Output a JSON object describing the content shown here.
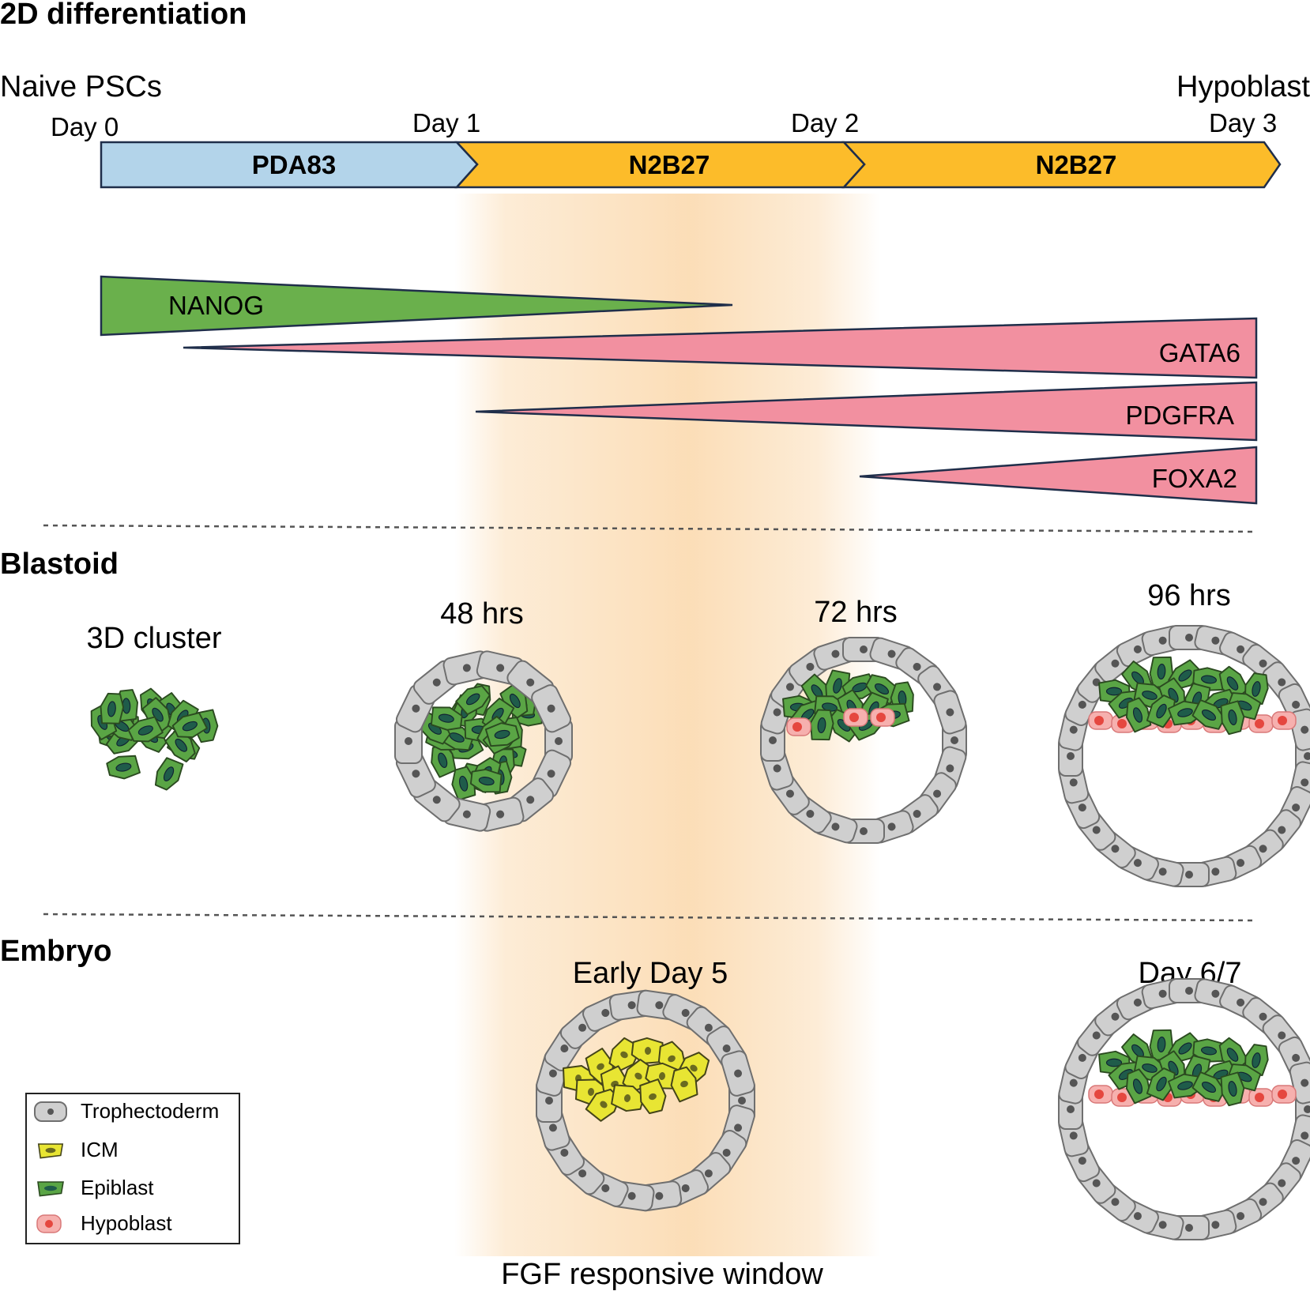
{
  "colors": {
    "pda83": "#b3d4ea",
    "n2b27": "#fcbc2a",
    "nanog": "#6ab04c",
    "pink": "#f290a0",
    "outline": "#1f2e4a",
    "trophectoderm": "#cfcfcf",
    "epiblast": "#5aa545",
    "icm": "#e8e533",
    "hypoblast": "#f6b0ae",
    "window": "#f9c98b"
  },
  "sections": {
    "differentiation": "2D differentiation",
    "blastoid": "Blastoid",
    "embryo": "Embryo"
  },
  "timeline": {
    "start_label": "Naive PSCs",
    "end_label": "Hypoblast",
    "days": [
      "Day 0",
      "Day 1",
      "Day 2",
      "Day 3"
    ],
    "media": [
      "PDA83",
      "N2B27",
      "N2B27"
    ]
  },
  "genes": [
    "NANOG",
    "GATA6",
    "PDGFRA",
    "FOXA2"
  ],
  "blastoid_stages": [
    "3D cluster",
    "48 hrs",
    "72 hrs",
    "96 hrs"
  ],
  "embryo_stages": [
    "Early Day 5",
    "Day 6/7"
  ],
  "window_label": "FGF responsive window",
  "legend": [
    {
      "label": "Trophectoderm",
      "icon": "trophectoderm-cell-icon"
    },
    {
      "label": "ICM",
      "icon": "icm-cell-icon"
    },
    {
      "label": "Epiblast",
      "icon": "epiblast-cell-icon"
    },
    {
      "label": "Hypoblast",
      "icon": "hypoblast-cell-icon"
    }
  ]
}
